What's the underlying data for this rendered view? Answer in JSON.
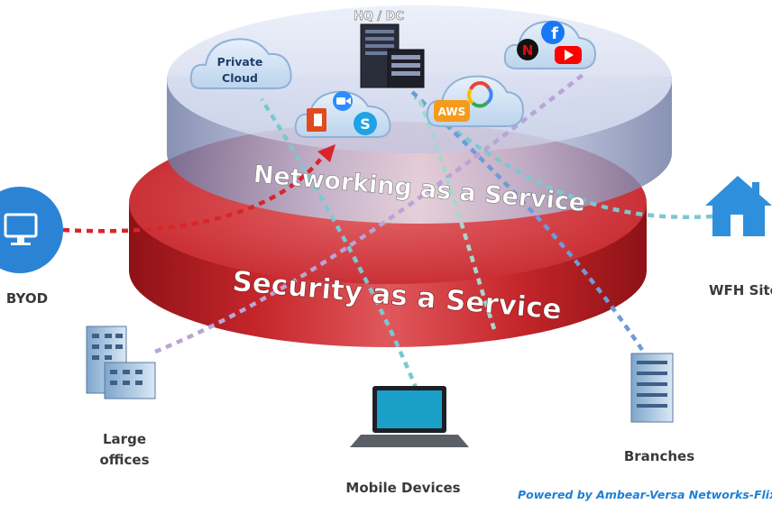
{
  "diagram": {
    "hub_label": "HQ / DC",
    "layers": [
      {
        "name": "Networking as a Service",
        "color": "#a9b4d6"
      },
      {
        "name": "Security as a Service",
        "color": "#c9262c"
      }
    ],
    "clouds": {
      "private": "Private Cloud",
      "aws": "AWS"
    },
    "endpoints": {
      "byod": "BYOD",
      "wfh": "WFH Site",
      "large_offices": "Large offices",
      "mobile": "Mobile Devices",
      "branches": "Branches"
    },
    "credit": "Powered by Ambear-Versa Networks-Flixiv",
    "icons": [
      "monitor-icon",
      "house-icon",
      "office-building-icon",
      "laptop-icon",
      "branch-building-icon",
      "server-rack-icon",
      "office-365-icon",
      "skype-icon",
      "zoom-icon",
      "google-cloud-icon",
      "netflix-icon",
      "facebook-icon",
      "youtube-icon"
    ],
    "colors": {
      "red_link": "#d9252a",
      "teal_link": "#7cc8d0",
      "purple_link": "#b9a4d6",
      "blue_link": "#6f9bd6",
      "credit": "#1f7fd6"
    }
  }
}
